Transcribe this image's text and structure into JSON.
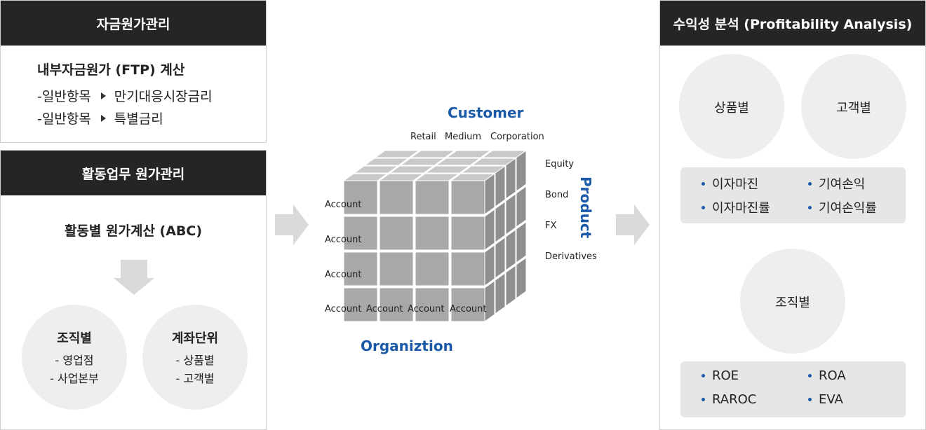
{
  "ftp_panel": {
    "header": "자금원가관리",
    "title": "내부자금원가 (FTP) 계산",
    "rows": [
      {
        "left": "-일반항목",
        "right": "만기대응시장금리"
      },
      {
        "left": "-일반항목",
        "right": "특별금리"
      }
    ]
  },
  "abc_panel": {
    "header": "활동업무 원가관리",
    "title": "활동별 원가계산 (ABC)",
    "circles": [
      {
        "title": "조직별",
        "items": [
          "- 영업점",
          "- 사업본부"
        ]
      },
      {
        "title": "계좌단위",
        "items": [
          "- 상품별",
          "- 고객별"
        ]
      }
    ]
  },
  "cube": {
    "customer_title": "Customer",
    "customer_labels": [
      "Retail",
      "Medium",
      "Corporation"
    ],
    "product_title": "Product",
    "product_labels": [
      "Equity",
      "Bond",
      "FX",
      "Derivatives"
    ],
    "account_rows": [
      "Account",
      "Account",
      "Account"
    ],
    "account_bottom": [
      "Account",
      "Account",
      "Account",
      "Account"
    ],
    "organization_title": "Organiztion"
  },
  "profit_panel": {
    "header": "수익성 분석 (Profitability Analysis)",
    "circle_product": "상품별",
    "circle_customer": "고객별",
    "box1": [
      "이자마진",
      "기여손익",
      "이자마진률",
      "기여손익률"
    ],
    "circle_org": "조직별",
    "box2": [
      "ROE",
      "ROA",
      "RAROC",
      "EVA"
    ]
  },
  "colors": {
    "header_bg": "#252525",
    "accent_blue": "#1a5aa8",
    "circle_bg": "#eeeeee",
    "box_bg": "#e6e6e6"
  }
}
